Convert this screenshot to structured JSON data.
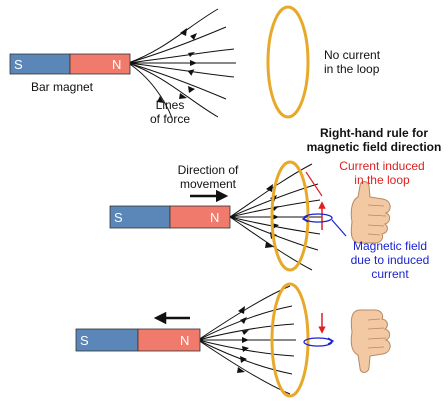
{
  "magnets": [
    {
      "south": "S",
      "north": "N"
    },
    {
      "south": "S",
      "north": "N"
    },
    {
      "south": "S",
      "north": "N"
    }
  ],
  "labels": {
    "bar_magnet": "Bar magnet",
    "lines_of_force": [
      "Lines",
      "of force"
    ],
    "no_current": [
      "No current",
      "in the loop"
    ],
    "rule_title": [
      "Right-hand rule for",
      "magnetic field direction"
    ],
    "direction": [
      "Direction of",
      "movement"
    ],
    "current_induced": [
      "Current induced",
      "in the loop"
    ],
    "magnetic_field": [
      "Magnetic field",
      "due to induced",
      "current"
    ]
  },
  "colors": {
    "south_pole": "#5b86b8",
    "north_pole": "#f07a6c",
    "loop": "#e8a92a",
    "field_lines": "#111111",
    "current_arrow": "#e02020",
    "induced_field": "#1a23d0",
    "hand": "#f3c9a4"
  },
  "icons": [
    "right-hand-thumb-up-icon",
    "right-hand-thumb-down-icon"
  ]
}
